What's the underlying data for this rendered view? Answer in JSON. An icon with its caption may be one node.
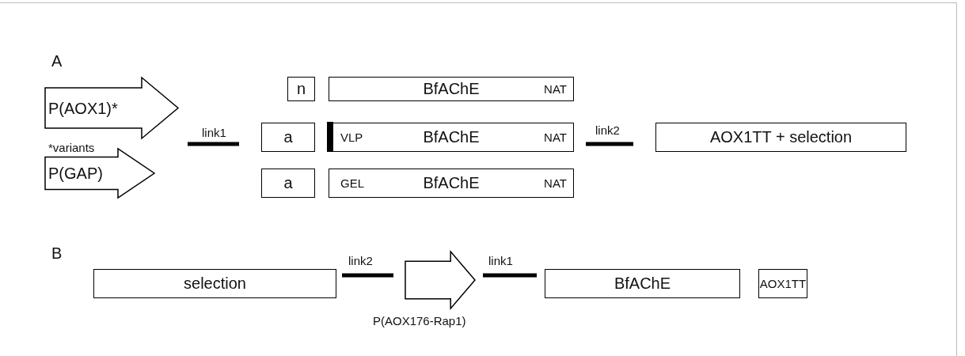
{
  "diagram": {
    "nodes": [
      {
        "text": [
          "P(AOX1)*"
        ],
        "beside": [
          "*variants"
        ]
      },
      {
        "text": [
          "P(GAP)"
        ]
      },
      {
        "text": [
          "n"
        ]
      },
      {
        "text": [
          "BfAChE",
          "NAT"
        ]
      },
      {
        "text": [
          "a"
        ]
      },
      {
        "text": [
          "VLP",
          "BfAChE",
          "NAT"
        ]
      },
      {
        "text": [
          "AOX1TT + selection"
        ]
      },
      {
        "text": [
          "a"
        ]
      },
      {
        "text": [
          "GEL",
          "BfAChE",
          "NAT"
        ]
      },
      {
        "text": [
          "selection"
        ]
      },
      {
        "text": [
          "P(AOX176-Rap1)"
        ]
      },
      {
        "text": [
          "BfAChE"
        ]
      },
      {
        "text": [
          "AOX1TT"
        ]
      }
    ],
    "labels": [
      "A",
      "link1",
      "link2",
      "B",
      "link2",
      "link1"
    ]
  }
}
